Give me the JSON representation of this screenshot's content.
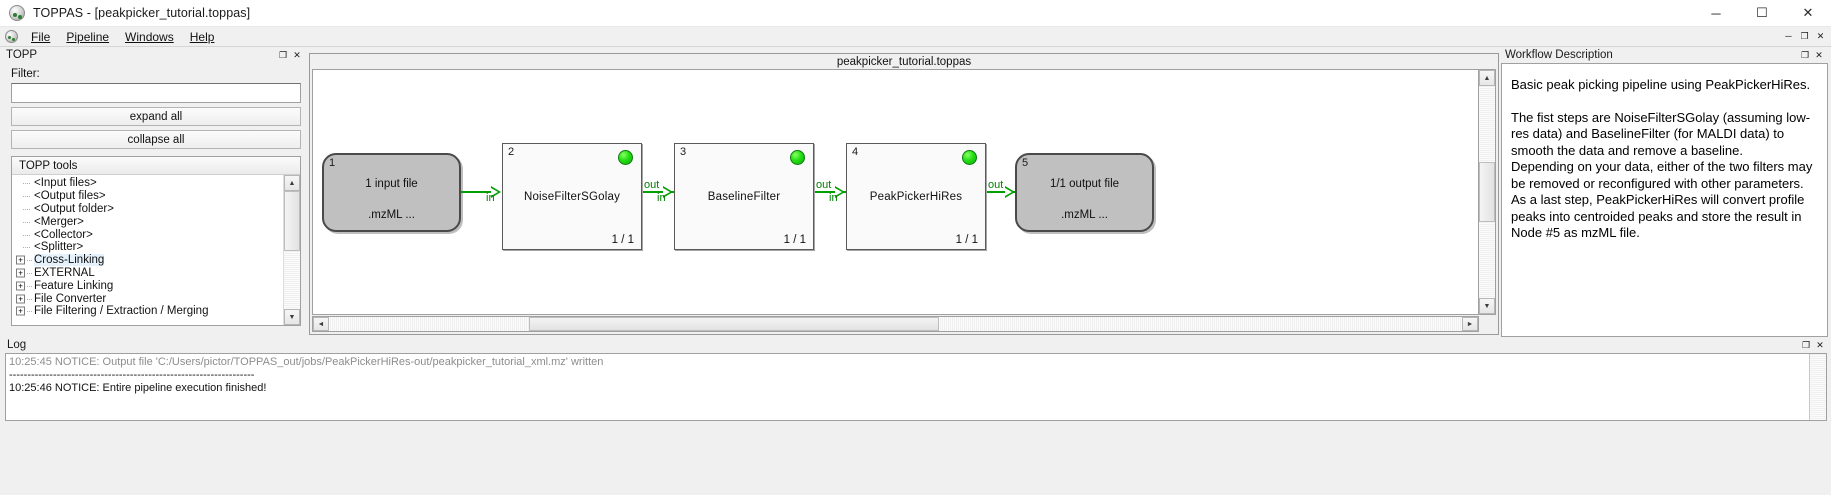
{
  "window": {
    "title": "TOPPAS - [peakpicker_tutorial.toppas]",
    "app_icon": "toppas-icon",
    "minimize": "─",
    "maximize": "☐",
    "close": "✕",
    "mdi_restore": "❐",
    "mdi_minimize": "─",
    "mdi_close": "✕"
  },
  "menu": {
    "items": [
      {
        "label": "File",
        "accel": "F"
      },
      {
        "label": "Pipeline",
        "accel": "P"
      },
      {
        "label": "Windows",
        "accel": "W"
      },
      {
        "label": "Help",
        "accel": "H"
      }
    ]
  },
  "left_panel": {
    "title": "TOPP",
    "float_btn": "❐",
    "close_btn": "✕",
    "filter_label": "Filter:",
    "filter_value": "",
    "filter_placeholder": "",
    "expand_all": "expand all",
    "collapse_all": "collapse all",
    "tree_header": "TOPP tools",
    "scroll_up": "▲",
    "scroll_down": "▼",
    "tree_items": [
      {
        "label": "<Input files>",
        "expandable": false
      },
      {
        "label": "<Output files>",
        "expandable": false
      },
      {
        "label": "<Output folder>",
        "expandable": false
      },
      {
        "label": "<Merger>",
        "expandable": false
      },
      {
        "label": "<Collector>",
        "expandable": false
      },
      {
        "label": "<Splitter>",
        "expandable": false
      },
      {
        "label": "Cross-Linking",
        "expandable": true
      },
      {
        "label": "EXTERNAL",
        "expandable": true
      },
      {
        "label": "Feature Linking",
        "expandable": true
      },
      {
        "label": "File Converter",
        "expandable": true
      },
      {
        "label": "File Filtering / Extraction / Merging",
        "expandable": true
      }
    ],
    "expand_glyph": "+"
  },
  "canvas": {
    "document_title": "peakpicker_tutorial.toppas",
    "scroll_up": "▲",
    "scroll_down": "▼",
    "scroll_left": "◄",
    "scroll_right": "►",
    "nodes": [
      {
        "id": "1",
        "type": "input",
        "line1": "1 input file",
        "line2": ".mzML ...",
        "status": null,
        "count": null
      },
      {
        "id": "2",
        "type": "tool",
        "name": "NoiseFilterSGolay",
        "count": "1 / 1",
        "status": "ok"
      },
      {
        "id": "3",
        "type": "tool",
        "name": "BaselineFilter",
        "count": "1 / 1",
        "status": "ok"
      },
      {
        "id": "4",
        "type": "tool",
        "name": "PeakPickerHiRes",
        "count": "1 / 1",
        "status": "ok"
      },
      {
        "id": "5",
        "type": "output",
        "line1": "1/1 output file",
        "line2": ".mzML ...",
        "status": null,
        "count": null
      }
    ],
    "edges": [
      {
        "from": "1",
        "to": "2",
        "out_label": "",
        "in_label": "in"
      },
      {
        "from": "2",
        "to": "3",
        "out_label": "out",
        "in_label": "in"
      },
      {
        "from": "3",
        "to": "4",
        "out_label": "out",
        "in_label": "in"
      },
      {
        "from": "4",
        "to": "5",
        "out_label": "out",
        "in_label": ""
      }
    ],
    "status_color": "#1fd90f"
  },
  "right_panel": {
    "title": "Workflow Description",
    "float_btn": "❐",
    "close_btn": "✕",
    "paragraphs": [
      "Basic peak picking pipeline using PeakPickerHiRes.",
      "The fist steps are NoiseFilterSGolay (assuming low-res data) and BaselineFilter (for MALDI data) to smooth the data and remove a baseline.",
      "Depending on your data, either of the two filters may be removed or reconfigured with other parameters.",
      "As a last step, PeakPickerHiRes will convert profile peaks into centroided peaks and store the result in Node #5 as mzML file."
    ]
  },
  "log_panel": {
    "title": "Log",
    "float_btn": "❐",
    "close_btn": "✕",
    "lines": [
      "10:25:45 NOTICE: Output file 'C:/Users/pictor/TOPPAS_out/jobs/PeakPickerHiRes-out/peakpicker_tutorial_xml.mz' written",
      "-------------------------------------------------------------------",
      "10:25:46 NOTICE: Entire pipeline execution finished!"
    ]
  }
}
